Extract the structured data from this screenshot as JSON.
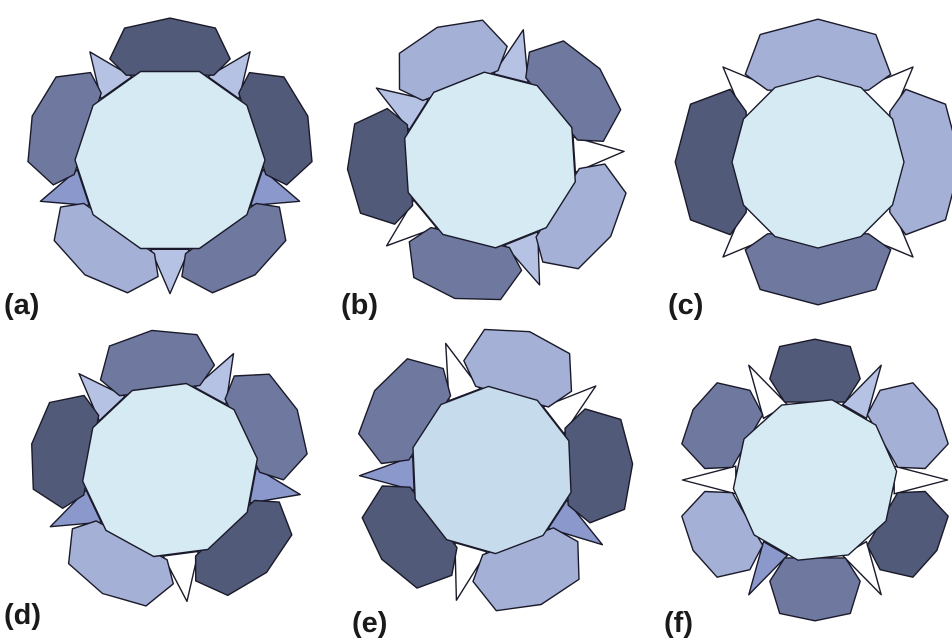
{
  "figure": {
    "panels": [
      {
        "id": "a",
        "label": "(a)",
        "n_outer": 5,
        "n_inner": 10
      },
      {
        "id": "b",
        "label": "(b)",
        "n_outer": 5,
        "n_inner": 10
      },
      {
        "id": "c",
        "label": "(c)",
        "n_outer": 4,
        "n_inner": 12
      },
      {
        "id": "d",
        "label": "(d)",
        "n_outer": 5,
        "n_inner": 10
      },
      {
        "id": "e",
        "label": "(e)",
        "n_outer": 5,
        "n_inner": 10
      },
      {
        "id": "f",
        "label": "(f)",
        "n_outer": 6,
        "n_inner": 10
      }
    ]
  },
  "colors": {
    "background": "#ffffff",
    "stroke": "#1a1a2a",
    "inner_face": "#d6eaf3",
    "inner_face_alt": "#c6dcec",
    "outer_face_dark": "#515a78",
    "outer_face_mid": "#6f79a0",
    "outer_face_light": "#a4b0d6",
    "side_face": "#8a98cc",
    "side_face_light": "#b6c2e4",
    "gap": "#ffffff",
    "label_text": "#1a1a1a"
  }
}
